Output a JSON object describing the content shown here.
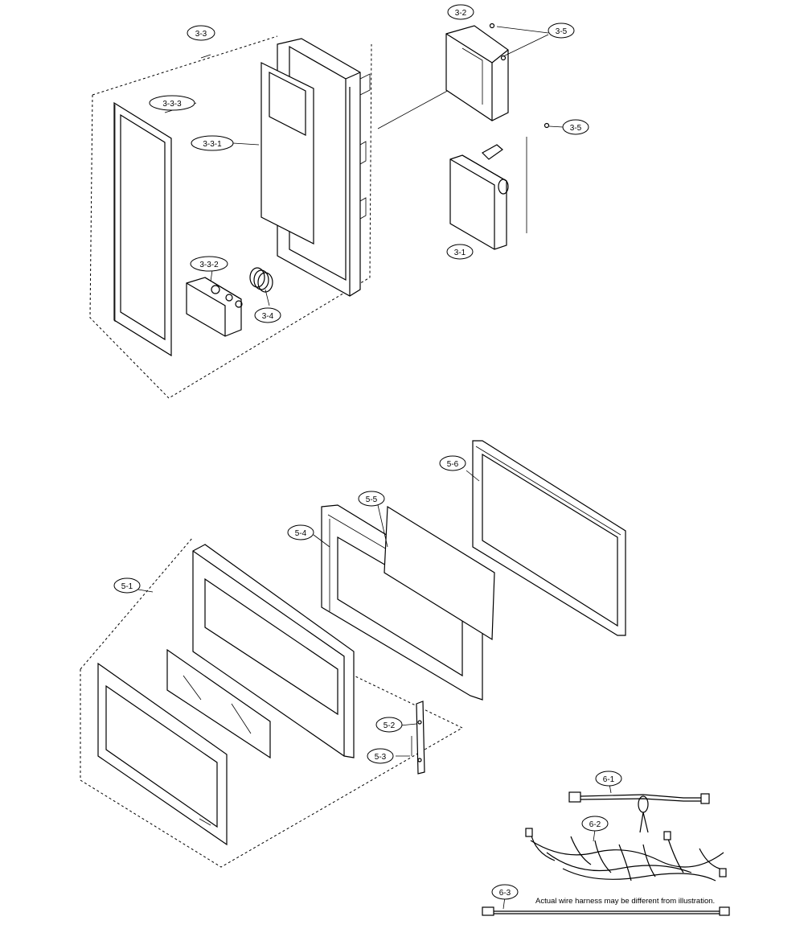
{
  "labels": {
    "l_3_3": "3-3",
    "l_3_3_3": "3-3-3",
    "l_3_3_1": "3-3-1",
    "l_3_3_2": "3-3-2",
    "l_3_4": "3-4",
    "l_3_2": "3-2",
    "l_3_5a": "3-5",
    "l_3_5b": "3-5",
    "l_3_1": "3-1",
    "l_5_6": "5-6",
    "l_5_5": "5-5",
    "l_5_4": "5-4",
    "l_5_1": "5-1",
    "l_5_2": "5-2",
    "l_5_3": "5-3",
    "l_6_1": "6-1",
    "l_6_2": "6-2",
    "l_6_3": "6-3"
  },
  "note": "Actual wire harness may be different from illustration."
}
